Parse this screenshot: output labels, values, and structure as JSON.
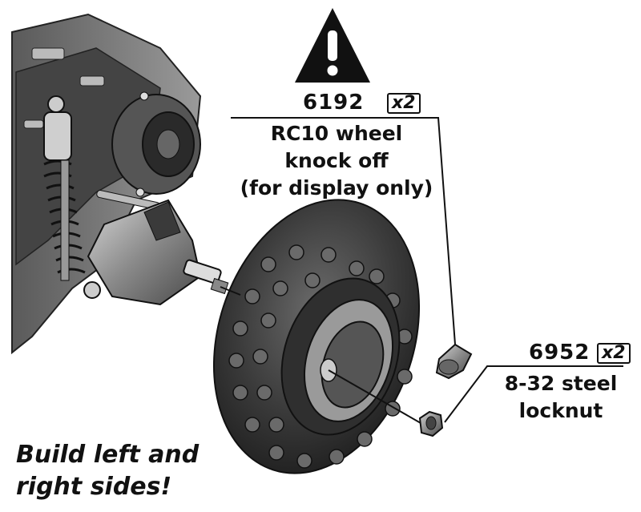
{
  "warning": {
    "icon": "warning-triangle-icon",
    "glyph": "!"
  },
  "callout_1": {
    "part_number": "6192",
    "quantity": "x2",
    "description_lines": [
      "RC10 wheel",
      "knock off",
      "(for display only)"
    ]
  },
  "callout_2": {
    "part_number": "6952",
    "quantity": "x2",
    "description_lines": [
      "8-32 steel",
      "locknut"
    ]
  },
  "footer_note": {
    "lines": [
      "Build left and",
      "right sides!"
    ]
  },
  "colors": {
    "ink": "#111111",
    "metal_dark": "#3c3c3c",
    "metal_mid": "#7a7a7a",
    "metal_light": "#c8c8c8"
  }
}
